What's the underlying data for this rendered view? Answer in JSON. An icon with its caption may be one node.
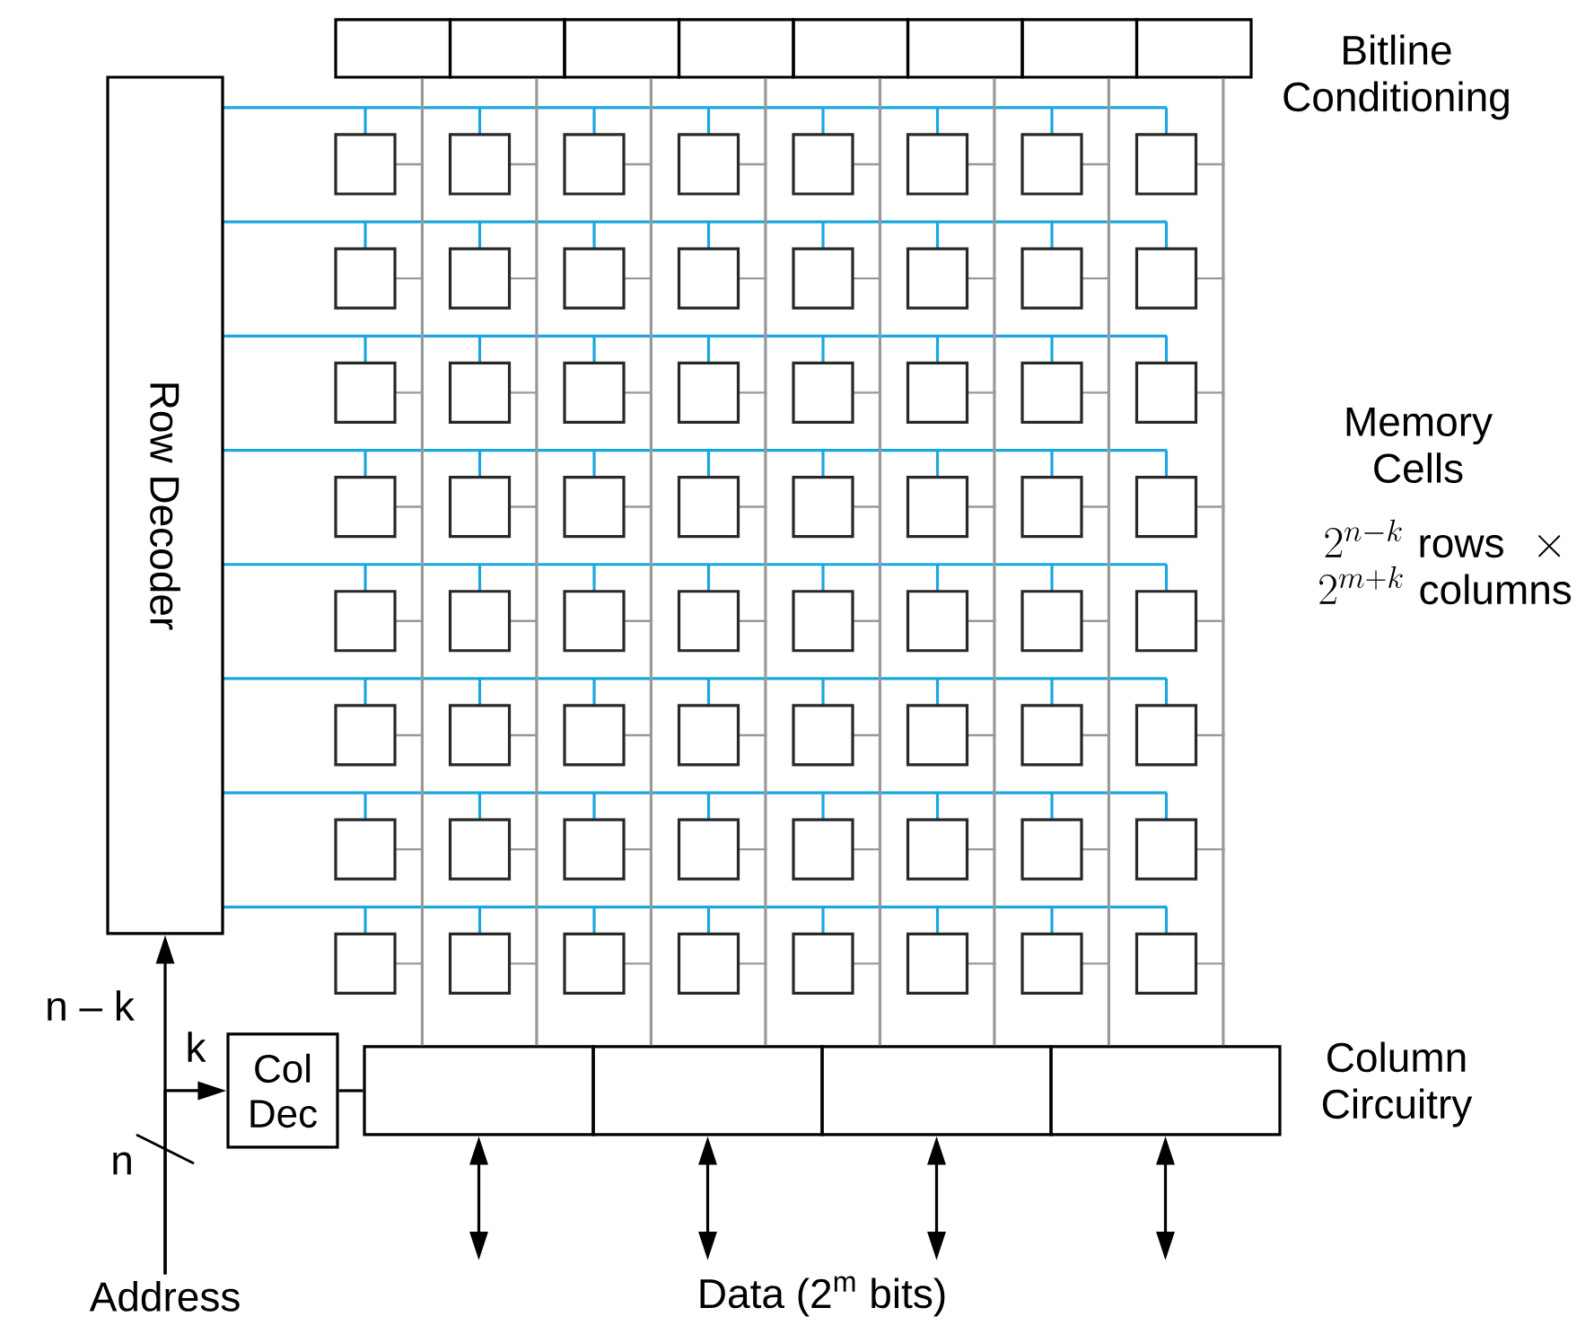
{
  "diagram": {
    "nodes": [
      {
        "text": [
          "Row Decoder"
        ]
      },
      {
        "text": [],
        "shape": "box"
      },
      {
        "text": [],
        "shape": "box"
      },
      {
        "text": [],
        "shape": "box"
      },
      {
        "text": [],
        "shape": "box"
      },
      {
        "text": [],
        "shape": "box"
      },
      {
        "text": [],
        "shape": "box"
      },
      {
        "text": [],
        "shape": "box"
      },
      {
        "text": [],
        "shape": "box"
      },
      {
        "text": [],
        "shape": "box"
      },
      {
        "text": [],
        "shape": "box"
      },
      {
        "text": [],
        "shape": "box"
      },
      {
        "text": [],
        "shape": "box"
      },
      {
        "text": [
          "Col Dec"
        ]
      },
      {
        "text": [
          "Address"
        ]
      }
    ],
    "edges": [
      {
        "from": 14,
        "to": 0,
        "arrow": "to",
        "label": "n – k",
        "color": "#000000"
      },
      {
        "from": 14,
        "to": 13,
        "arrow": "to",
        "label": "k",
        "color": "#000000"
      },
      {
        "from": 13,
        "to": 9,
        "arrow": "none",
        "color": "#000000"
      },
      {
        "from": 9,
        "to": null,
        "arrow": "both",
        "color": "#000000"
      },
      {
        "from": 10,
        "to": null,
        "arrow": "both",
        "color": "#000000"
      },
      {
        "from": 11,
        "to": null,
        "arrow": "both",
        "color": "#000000"
      },
      {
        "from": 12,
        "to": null,
        "arrow": "both",
        "color": "#000000"
      },
      {
        "from": 1,
        "to": 9,
        "arrow": "none"
      },
      {
        "from": 2,
        "to": 9,
        "arrow": "none"
      },
      {
        "from": 3,
        "to": 10,
        "arrow": "none"
      },
      {
        "from": 4,
        "to": 10,
        "arrow": "none"
      },
      {
        "from": 5,
        "to": 11,
        "arrow": "none"
      },
      {
        "from": 6,
        "to": 11,
        "arrow": "none"
      },
      {
        "from": 7,
        "to": 12,
        "arrow": "none"
      },
      {
        "from": 8,
        "to": 12,
        "arrow": "none"
      }
    ],
    "labels": [
      "Bitline Conditioning",
      "Memory Cells",
      "2^{n-k}\\text{ rows }\\times 2^{m+k}\\text{ columns}",
      "Column Circuitry",
      "n",
      "Data (2$^{m}$ bits)"
    ]
  }
}
